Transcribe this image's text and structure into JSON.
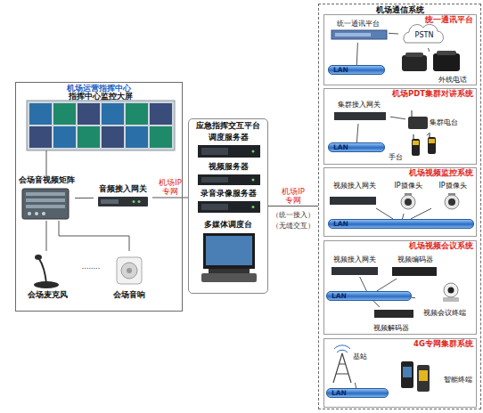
{
  "diagram": {
    "nodes": [
      {
        "text": [
          "机场运营指挥中心"
        ]
      },
      {
        "text": [
          "指挥中心监控大屏"
        ],
        "in": 0
      },
      {
        "text": [
          "会场音视频矩阵"
        ],
        "in": 0
      },
      {
        "text": [
          "音频接入网关"
        ],
        "in": 0
      },
      {
        "text": [
          "会场麦克风"
        ],
        "in": 0
      },
      {
        "text": [
          "会场音响"
        ],
        "in": 0
      },
      {
        "text": [
          "应急指挥交互平台"
        ]
      },
      {
        "text": [
          "调度服务器"
        ],
        "in": 6
      },
      {
        "text": [
          "视频服务器"
        ],
        "in": 6
      },
      {
        "text": [
          "录音录像服务器"
        ],
        "in": 6
      },
      {
        "text": [
          "多媒体调度台"
        ],
        "in": 6
      },
      {
        "text": [
          "机场通信系统"
        ]
      },
      {
        "text": [
          "统一通讯平台"
        ],
        "in": 11
      },
      {
        "text": [
          "统一通讯平台"
        ],
        "in": 12
      },
      {
        "text": [
          "PSTN"
        ],
        "in": 12
      },
      {
        "text": [
          "外线电话"
        ],
        "in": 12
      },
      {
        "text": [
          "LAN"
        ],
        "in": 12
      },
      {
        "text": [
          "机场PDT集群对讲系统"
        ],
        "in": 11
      },
      {
        "text": [
          "集群接入网关"
        ],
        "in": 17
      },
      {
        "text": [
          "集群电台"
        ],
        "in": 17
      },
      {
        "text": [
          "手台"
        ],
        "in": 17
      },
      {
        "text": [
          "LAN"
        ],
        "in": 17
      },
      {
        "text": [
          "机场视频监控系统"
        ],
        "in": 11
      },
      {
        "text": [
          "视频接入网关"
        ],
        "in": 22
      },
      {
        "text": [
          "IP摄像头"
        ],
        "in": 22
      },
      {
        "text": [
          "IP摄像头"
        ],
        "in": 22
      },
      {
        "text": [
          "LAN"
        ],
        "in": 22
      },
      {
        "text": [
          "机场视频会议系统"
        ],
        "in": 11
      },
      {
        "text": [
          "视频接入网关"
        ],
        "in": 27
      },
      {
        "text": [
          "视频编码器"
        ],
        "in": 27
      },
      {
        "text": [
          "视频会议终端"
        ],
        "in": 27
      },
      {
        "text": [
          "视频解码器"
        ],
        "in": 27
      },
      {
        "text": [
          "LAN"
        ],
        "in": 27
      },
      {
        "text": [
          "4G专网集群系统"
        ],
        "in": 11
      },
      {
        "text": [
          "基站"
        ],
        "in": 33
      },
      {
        "text": [
          "智能终端"
        ],
        "in": 33
      },
      {
        "text": [
          "LAN"
        ],
        "in": 33
      }
    ],
    "edges": [
      {
        "from": 2,
        "to": 1,
        "arrow": "none"
      },
      {
        "from": 2,
        "to": 3,
        "arrow": "none"
      },
      {
        "from": 2,
        "to": 4,
        "arrow": "none"
      },
      {
        "from": 2,
        "to": 5,
        "arrow": "none"
      },
      {
        "from": 3,
        "to": 6,
        "arrow": "none",
        "label": "机场IP 专网"
      },
      {
        "from": 6,
        "to": 11,
        "arrow": "none",
        "label": "机场IP 专网"
      },
      {
        "from": 13,
        "to": 16,
        "arrow": "none"
      },
      {
        "from": 13,
        "to": 14,
        "arrow": "none"
      },
      {
        "from": 14,
        "to": 15,
        "arrow": "none"
      },
      {
        "from": 18,
        "to": 21,
        "arrow": "none"
      },
      {
        "from": 18,
        "to": 19,
        "arrow": "none"
      },
      {
        "from": 19,
        "to": 20,
        "arrow": "none"
      },
      {
        "from": 23,
        "to": 26,
        "arrow": "none"
      },
      {
        "from": 24,
        "to": 26,
        "arrow": "none"
      },
      {
        "from": 25,
        "to": 26,
        "arrow": "none"
      },
      {
        "from": 28,
        "to": 32,
        "arrow": "none"
      },
      {
        "from": 29,
        "to": 32,
        "arrow": "none"
      },
      {
        "from": 31,
        "to": 32,
        "arrow": "none"
      },
      {
        "from": 30,
        "to": 32,
        "arrow": "none"
      },
      {
        "from": 34,
        "to": 36,
        "arrow": "none"
      }
    ],
    "labels": [
      "........",
      "（统一接入）",
      "（无缝交互）"
    ]
  }
}
